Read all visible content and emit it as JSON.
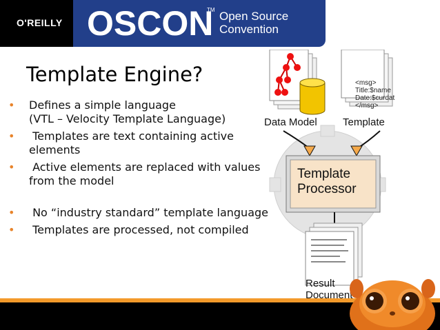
{
  "header": {
    "publisher_logo": "O'REILLY",
    "conference_logo": "OSCON",
    "conference_tm": "TM",
    "conference_subtitle_line1": "Open Source",
    "conference_subtitle_line2": "Convention"
  },
  "slide": {
    "title": "Template Engine?",
    "bullets": [
      {
        "line1": "Defines a simple language",
        "line2": "(VTL – Velocity Template Language)"
      },
      {
        "line1": " Templates are text containing active",
        "line2": "elements"
      },
      {
        "line1": " Active elements are replaced with values",
        "line2": "from the model"
      },
      {
        "line1": " No “industry standard” template language",
        "line2": ""
      },
      {
        "line1": " Templates are processed, not compiled",
        "line2": ""
      }
    ]
  },
  "diagram": {
    "data_model_label": "Data Model",
    "template_label": "Template",
    "template_doc_lines": [
      "<msg>",
      "Title:$name",
      "Date:$curdat",
      "</msg>"
    ],
    "processor_line1": "Template",
    "processor_line2": "Processor",
    "result_line1": "Result",
    "result_line2": "Document"
  },
  "colors": {
    "header_blue": "#223f8a",
    "accent_orange": "#f39a2b",
    "bullet_orange": "#e8842b",
    "processor_fill": "#f8e3c8"
  }
}
